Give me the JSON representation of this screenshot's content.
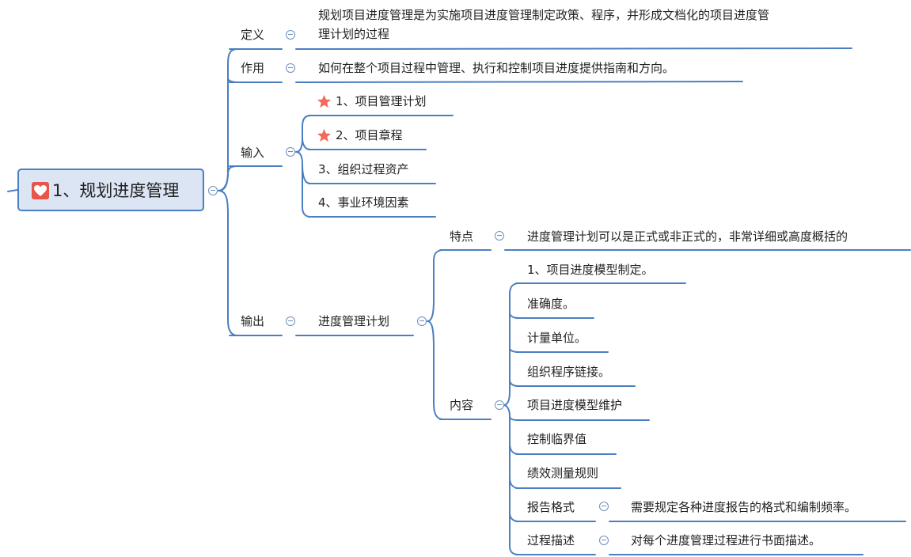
{
  "root": {
    "title": "1、规划进度管理",
    "icon": "heart-icon",
    "color": "#e8534a"
  },
  "topics": {
    "definition": {
      "label": "定义",
      "text_line1": "规划项目进度管理是为实施项目进度管理制定政策、程序，并形成文档化的项目进度管",
      "text_line2": "理计划的过程"
    },
    "purpose": {
      "label": "作用",
      "text": "如何在整个项目过程中管理、执行和控制项目进度提供指南和方向。"
    },
    "inputs": {
      "label": "输入",
      "items": [
        {
          "text": "1、项目管理计划",
          "icon": "star-icon"
        },
        {
          "text": "2、项目章程",
          "icon": "star-icon"
        },
        {
          "text": "3、组织过程资产"
        },
        {
          "text": "4、事业环境因素"
        }
      ]
    },
    "outputs": {
      "label": "输出",
      "plan": {
        "label": "进度管理计划",
        "feature": {
          "label": "特点",
          "text": "进度管理计划可以是正式或非正式的，非常详细或高度概括的"
        },
        "content": {
          "label": "内容",
          "items": [
            {
              "text": "1、项目进度模型制定。"
            },
            {
              "text": "准确度。"
            },
            {
              "text": "计量单位。"
            },
            {
              "text": "组织程序链接。"
            },
            {
              "text": "项目进度模型维护"
            },
            {
              "text": "控制临界值"
            },
            {
              "text": "绩效测量规则"
            },
            {
              "text": "报告格式",
              "detail": "需要规定各种进度报告的格式和编制频率。"
            },
            {
              "text": "过程描述",
              "detail": "对每个进度管理过程进行书面描述。"
            }
          ]
        }
      }
    }
  },
  "colors": {
    "line": "#4a7fc1",
    "star": "#f26b5b",
    "root_fill": "#dbe5f3"
  }
}
